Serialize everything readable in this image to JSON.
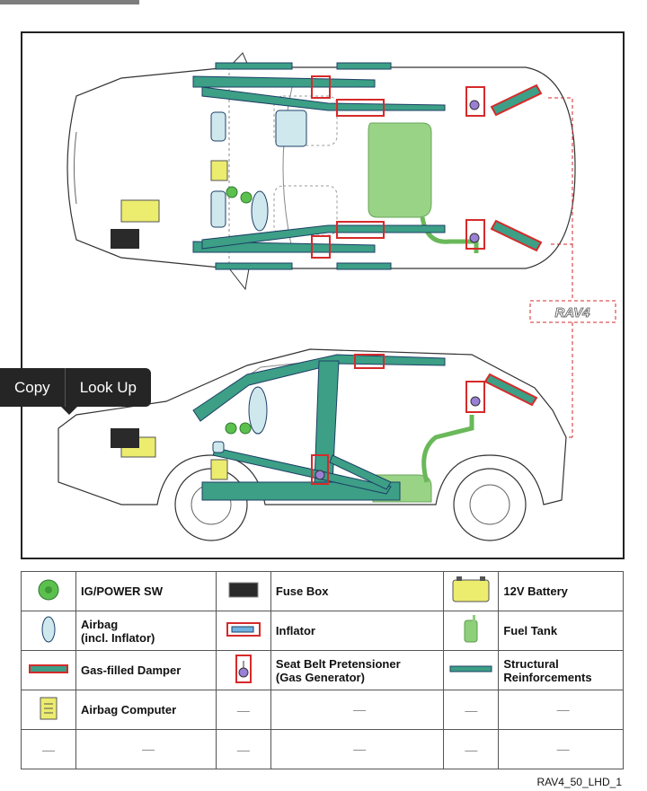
{
  "popup": {
    "copy_label": "Copy",
    "lookup_label": "Look Up"
  },
  "diagram": {
    "badge_text": "RAV4"
  },
  "legend": {
    "rows": [
      [
        {
          "icon": "ig-power-sw-icon",
          "label": "IG/POWER SW",
          "label2": ""
        },
        {
          "icon": "fuse-box-icon",
          "label": "Fuse Box",
          "label2": ""
        },
        {
          "icon": "battery-icon",
          "label": "12V Battery",
          "label2": ""
        }
      ],
      [
        {
          "icon": "airbag-icon",
          "label": "Airbag",
          "label2": "(incl. Inflator)"
        },
        {
          "icon": "inflator-icon",
          "label": "Inflator",
          "label2": ""
        },
        {
          "icon": "fuel-tank-icon",
          "label": "Fuel Tank",
          "label2": ""
        }
      ],
      [
        {
          "icon": "damper-icon",
          "label": "Gas-filled Damper",
          "label2": ""
        },
        {
          "icon": "pretensioner-icon",
          "label": "Seat Belt Pretensioner",
          "label2": "(Gas Generator)"
        },
        {
          "icon": "reinforcement-icon",
          "label": "Structural",
          "label2": "Reinforcements"
        }
      ],
      [
        {
          "icon": "airbag-computer-icon",
          "label": "Airbag Computer",
          "label2": ""
        },
        {
          "icon": "dash",
          "label": "—",
          "label2": ""
        },
        {
          "icon": "dash",
          "label": "—",
          "label2": ""
        }
      ],
      [
        {
          "icon": "dash",
          "label": "—",
          "label2": ""
        },
        {
          "icon": "dash",
          "label": "—",
          "label2": ""
        },
        {
          "icon": "dash",
          "label": "—",
          "label2": ""
        }
      ]
    ]
  },
  "footer": {
    "code": "RAV4_50_LHD_1"
  },
  "colors": {
    "reinforcement": "#3c9f86",
    "reinforcement_stroke": "#1e3f66",
    "inflator_red": "#d62a2a",
    "fuel_tank": "#8fcf7a",
    "battery": "#ecec6e",
    "airbag": "#cfe8ee",
    "ig_sw": "#5cc04e",
    "pretensioner": "#9a7fd6"
  }
}
